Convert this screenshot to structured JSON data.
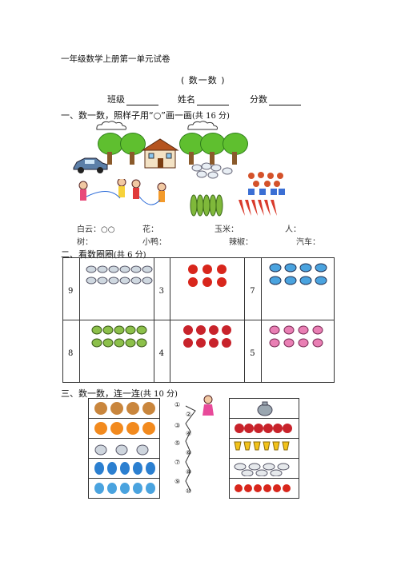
{
  "header": {
    "title": "一年级数学上册第一单元试卷",
    "subtitle": "( 数一数 )",
    "class_label": "班级",
    "name_label": "姓名",
    "score_label": "分数"
  },
  "section1": {
    "heading": "一、数一数，照样子用“○”画一画",
    "points": "(共 16 分)",
    "labels_row1": [
      "白云：○○",
      "花：",
      "玉米：",
      "人："
    ],
    "labels_row2": [
      "树：",
      "小鸭：",
      "辣椒：",
      "汽车："
    ]
  },
  "section2": {
    "heading": "二、看数圈圈",
    "points": "(共 6 分)",
    "cells": [
      {
        "number": "9",
        "icon": "bird-icon",
        "count": 12
      },
      {
        "number": "3",
        "icon": "apple-icon",
        "count": 6
      },
      {
        "number": "7",
        "icon": "blue-bird-icon",
        "count": 8
      },
      {
        "number": "8",
        "icon": "green-bird-icon",
        "count": 10
      },
      {
        "number": "4",
        "icon": "strawberry-icon",
        "count": 8
      },
      {
        "number": "5",
        "icon": "pink-bird-icon",
        "count": 8
      }
    ]
  },
  "section3": {
    "heading": "三、数一数，连一连",
    "points": "(共 10 分)",
    "numbers": [
      "①",
      "②",
      "③",
      "④",
      "⑤",
      "⑥",
      "⑦",
      "⑧",
      "⑨",
      "⑩"
    ]
  },
  "colors": {
    "tree": "#5fbf2f",
    "apple": "#d8261c",
    "bird_blue": "#4aa3df",
    "bird_pink": "#e97fb4",
    "corn": "#7fb83a",
    "pepper": "#d93a2b"
  }
}
